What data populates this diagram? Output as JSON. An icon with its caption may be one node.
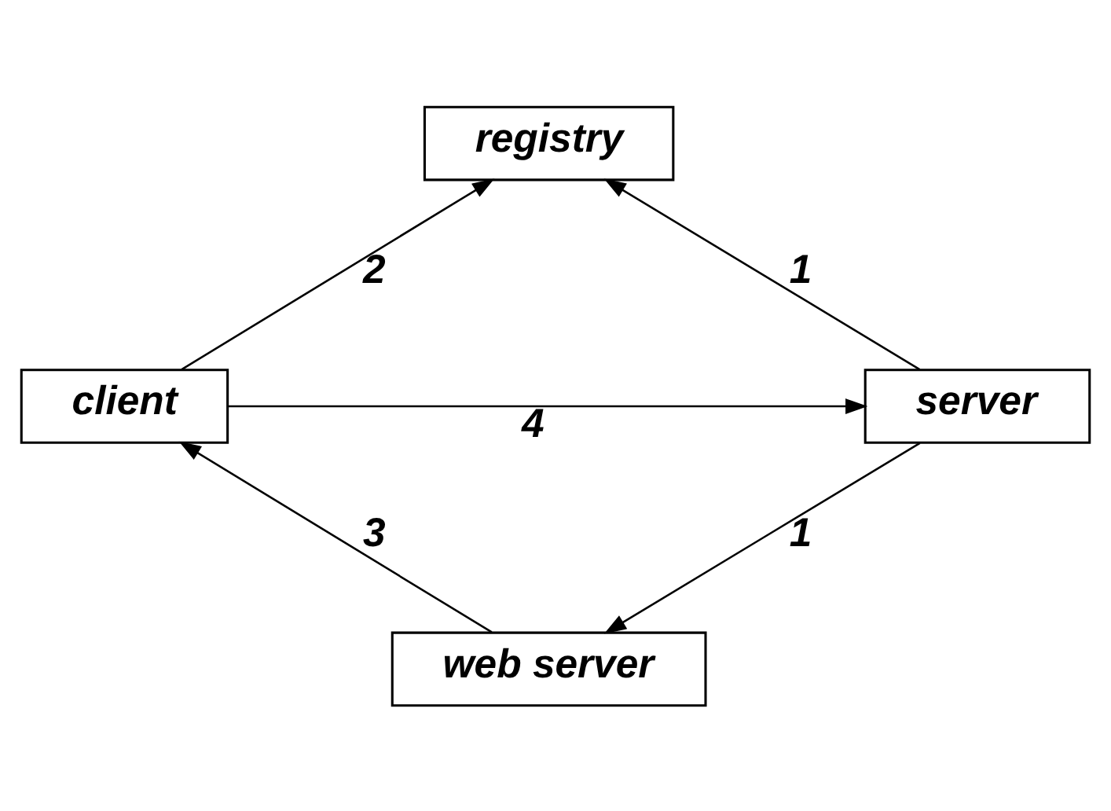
{
  "diagram": {
    "nodes": [
      {
        "text": [
          "registry"
        ]
      },
      {
        "text": [
          "client"
        ]
      },
      {
        "text": [
          "server"
        ]
      },
      {
        "text": [
          "web server"
        ]
      }
    ],
    "edges": [
      {
        "from": 1,
        "to": 0,
        "arrow": "to",
        "label": "2"
      },
      {
        "from": 2,
        "to": 0,
        "arrow": "to",
        "label": "1"
      },
      {
        "from": 1,
        "to": 2,
        "arrow": "to",
        "label": "4"
      },
      {
        "from": 2,
        "to": 3,
        "arrow": "to",
        "label": "1"
      },
      {
        "from": 3,
        "to": 1,
        "arrow": "to",
        "label": "3"
      }
    ]
  }
}
